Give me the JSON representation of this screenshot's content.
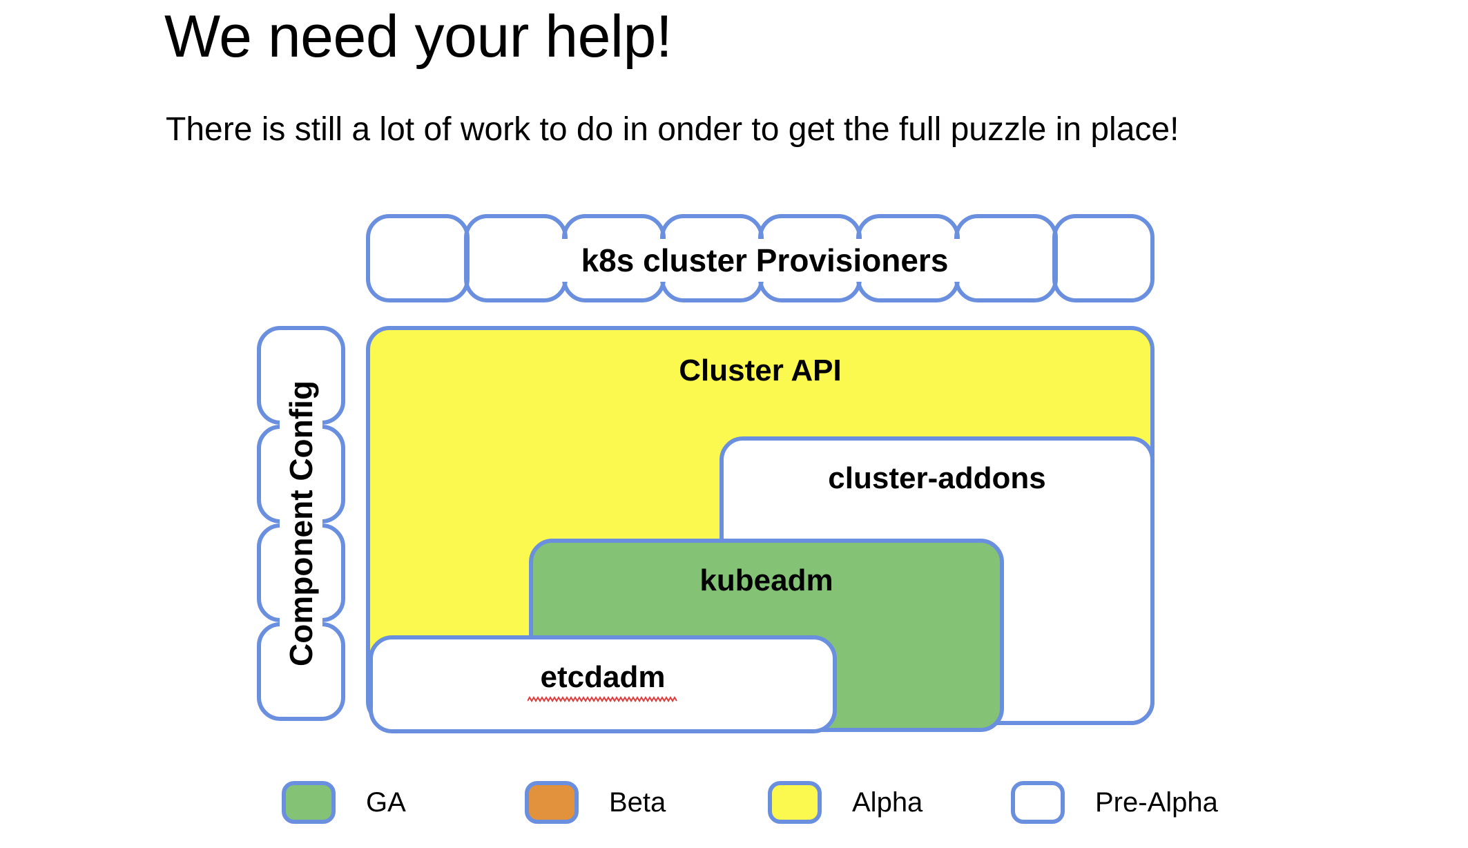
{
  "slide": {
    "title": "We need your help!",
    "subtitle": "There is still a lot of work to do in onder to get the full puzzle in place!"
  },
  "colors": {
    "border_blue": "#6b8fdf",
    "ga_green": "#84c276",
    "beta_orange": "#e2913c",
    "alpha_yellow": "#fbf84f",
    "prealpha_white": "#ffffff",
    "spellcheck_red": "#e03b3b"
  },
  "provisioners": {
    "banner_label": "k8s cluster Provisioners",
    "tiles": [
      {
        "status": "green",
        "status_label": "GA"
      },
      {
        "status": "green",
        "status_label": "GA"
      },
      {
        "status": "green",
        "status_label": "GA"
      },
      {
        "status": "orange",
        "status_label": "Beta"
      },
      {
        "status": "orange",
        "status_label": "Beta"
      },
      {
        "status": "orange",
        "status_label": "Beta"
      },
      {
        "status": "yellow",
        "status_label": "Alpha"
      },
      {
        "status": "white",
        "status_label": "Pre-Alpha"
      }
    ]
  },
  "component_config": {
    "label": "Component Config",
    "tiles": [
      {
        "status": "white",
        "status_label": "Pre-Alpha"
      },
      {
        "status": "white",
        "status_label": "Pre-Alpha"
      },
      {
        "status": "yellow",
        "status_label": "Alpha"
      },
      {
        "status": "orange",
        "status_label": "Beta"
      }
    ]
  },
  "stack": {
    "cluster_api": {
      "label": "Cluster API",
      "status": "yellow",
      "status_label": "Alpha"
    },
    "cluster_addons": {
      "label": "cluster-addons",
      "status": "white",
      "status_label": "Pre-Alpha"
    },
    "kubeadm": {
      "label": "kubeadm",
      "status": "green",
      "status_label": "GA"
    },
    "etcdadm": {
      "label": "etcdadm",
      "status": "white",
      "status_label": "Pre-Alpha",
      "spellcheck_underline": true
    }
  },
  "legend": {
    "items": [
      {
        "status": "green",
        "label": "GA"
      },
      {
        "status": "orange",
        "label": "Beta"
      },
      {
        "status": "yellow",
        "label": "Alpha"
      },
      {
        "status": "white",
        "label": "Pre-Alpha"
      }
    ]
  }
}
